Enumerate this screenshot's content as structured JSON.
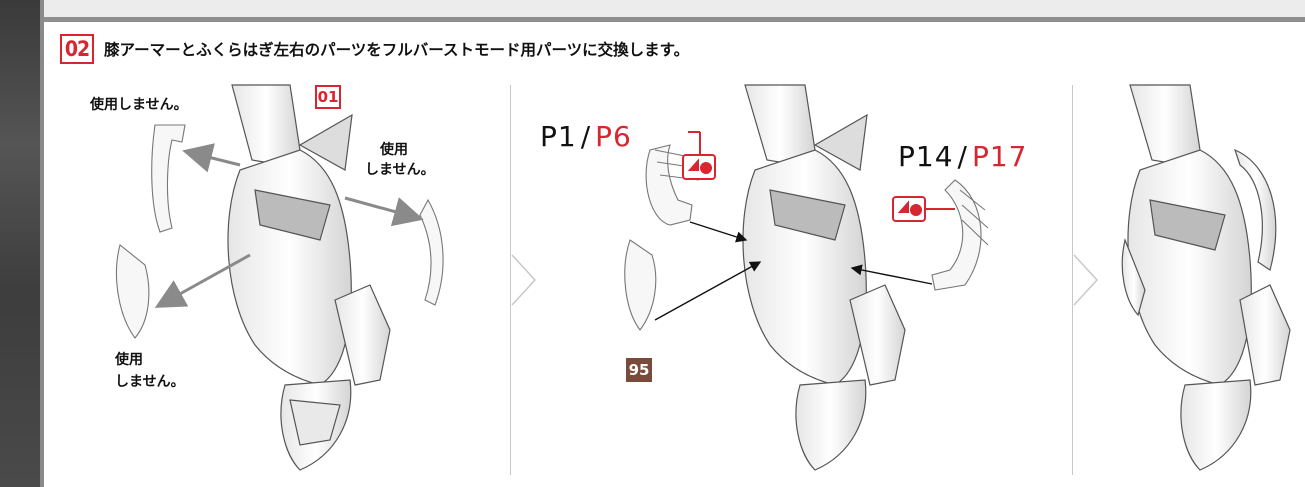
{
  "step": {
    "number": "02",
    "instruction": "膝アーマーとふくらはぎ左右のパーツをフルバーストモード用パーツに交換します。"
  },
  "panel1": {
    "ref_tag": "01",
    "label_top_left": "使用しません。",
    "label_right_line1": "使用",
    "label_right_line2": "しません。",
    "label_bottom_line1": "使用",
    "label_bottom_line2": "しません。"
  },
  "panel2": {
    "part_left_a": "P1",
    "part_left_sep": "/",
    "part_left_b": "P6",
    "part_right_a": "P14",
    "part_right_sep": "/",
    "part_right_b": "P17",
    "ref_tag_95": "95"
  },
  "colors": {
    "accent": "#d7262f",
    "tag95": "#7a4a3a"
  }
}
